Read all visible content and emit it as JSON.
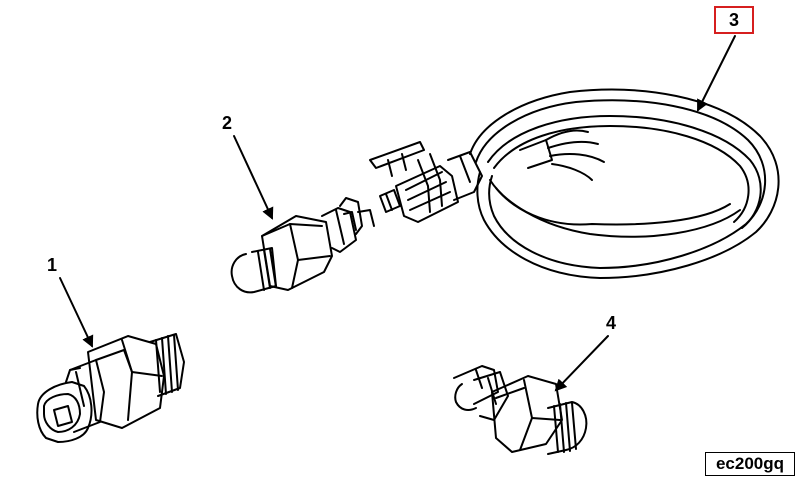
{
  "callouts": {
    "item_1": "1",
    "item_2": "2",
    "item_3": "3",
    "item_4": "4"
  },
  "figure_id": "ec200gq",
  "colors": {
    "line": "#000000",
    "highlight": "#d61f1f",
    "background": "#ffffff"
  }
}
